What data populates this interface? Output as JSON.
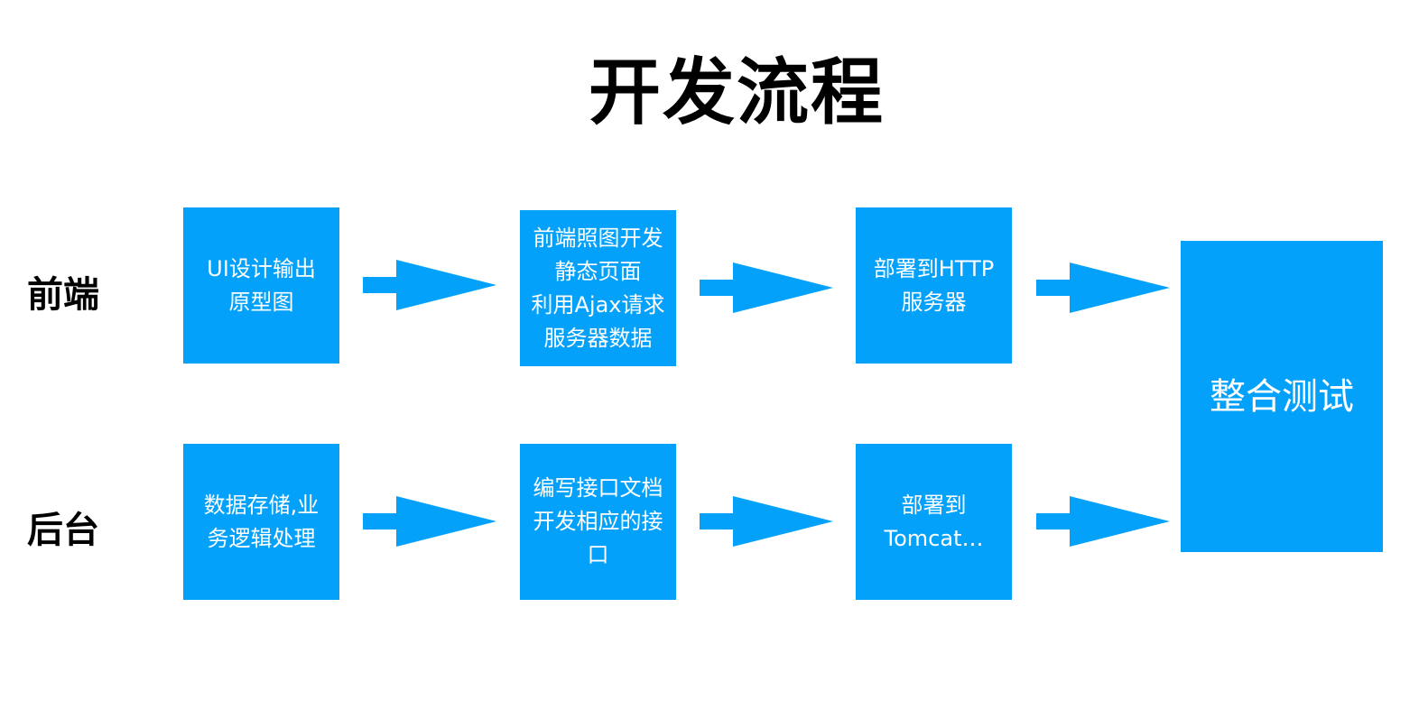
{
  "title": "开发流程",
  "rows": {
    "frontend": "前端",
    "backend": "后台"
  },
  "frontend_steps": [
    [
      "UI设计输出",
      "原型图"
    ],
    [
      "前端照图开发",
      "静态页面",
      "利用Ajax请求",
      "服务器数据"
    ],
    [
      "部署到HTTP",
      "服务器"
    ]
  ],
  "backend_steps": [
    [
      "数据存储,业",
      "务逻辑处理"
    ],
    [
      "编写接口文档",
      "开发相应的接",
      "口"
    ],
    [
      "部署到",
      "Tomcat…"
    ]
  ],
  "final_step": "整合测试",
  "colors": {
    "box": "#04a1fb",
    "arrow": "#04a1fb",
    "box_text": "#ffffff",
    "label": "#000000"
  }
}
